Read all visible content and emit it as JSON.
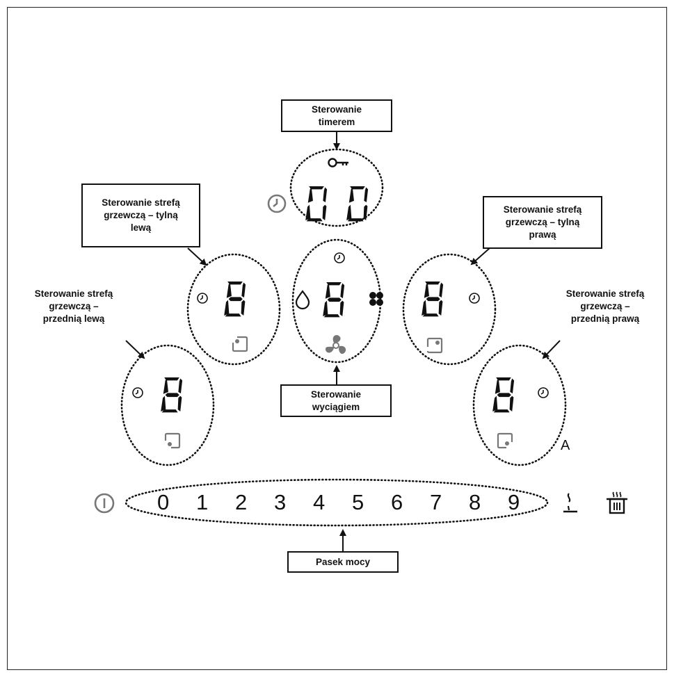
{
  "callouts": {
    "timer": [
      "Sterowanie",
      "timerem"
    ],
    "rear_left": [
      "Sterowanie strefą",
      "grzewczą – tylną",
      "lewą"
    ],
    "front_left": [
      "Sterowanie strefą",
      "grzewczą –",
      "przednią lewą"
    ],
    "rear_right": [
      "Sterowanie strefą",
      "grzewczą – tylną",
      "prawą"
    ],
    "front_right": [
      "Sterowanie strefą",
      "grzewczą –",
      "przednią prawą"
    ],
    "hood": [
      "Sterowanie",
      "wyciągiem"
    ],
    "power_bar": "Pasek mocy"
  },
  "power_levels": [
    "0",
    "1",
    "2",
    "3",
    "4",
    "5",
    "6",
    "7",
    "8",
    "9"
  ],
  "auto_mode_letter": "A",
  "icons": [
    "power-icon",
    "key-lock-icon",
    "clock-icon",
    "drop-icon",
    "boost-icon",
    "fan-icon",
    "zone-indicator-icon",
    "keep-warm-icon",
    "pot-icon"
  ]
}
